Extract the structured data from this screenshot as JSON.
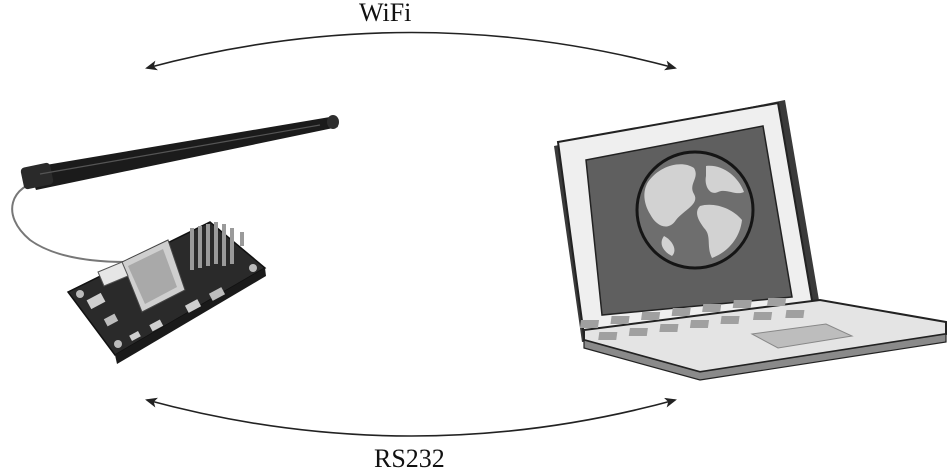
{
  "labels": {
    "top": "WiFi",
    "bottom": "RS232"
  },
  "nodes": {
    "left": "wifi-module-with-antenna",
    "right": "laptop-with-globe"
  },
  "colors": {
    "line": "#222222",
    "screen": "#5f5f5f",
    "globe_water": "#6e6e6e",
    "globe_land": "#d2d2d2",
    "laptop_body": "#efefef",
    "pcb": "#2b2b2b",
    "antenna": "#1a1a1a"
  }
}
